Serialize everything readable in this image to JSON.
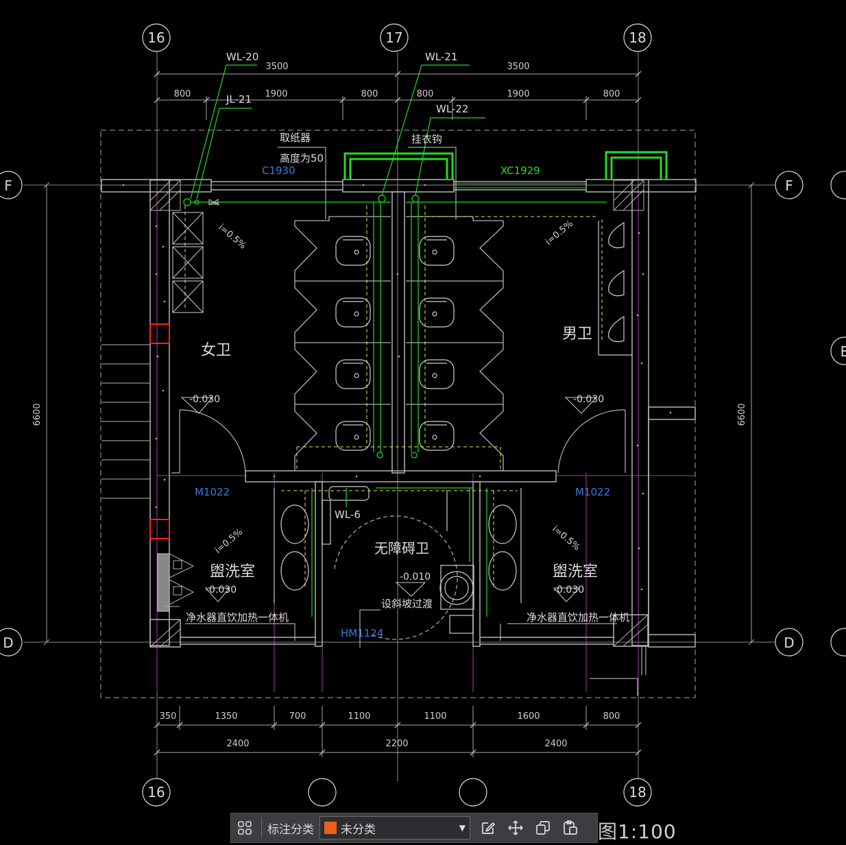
{
  "axes": {
    "top": [
      "16",
      "17",
      "18"
    ],
    "bottom": [
      "16",
      "",
      "",
      "18"
    ],
    "left": [
      "F",
      "D"
    ],
    "right": [
      "F",
      "E",
      "D"
    ]
  },
  "dims": {
    "top_total": [
      "3500",
      "3500"
    ],
    "top_segments": [
      "800",
      "1900",
      "800",
      "800",
      "1900",
      "800"
    ],
    "bottom_segments": [
      "350",
      "1350",
      "700",
      "1100",
      "1100",
      "1600",
      "800"
    ],
    "bottom_total": [
      "2400",
      "2200",
      "2400"
    ],
    "left_height": "6600",
    "right_height": "6600"
  },
  "labels": {
    "wl20": "WL-20",
    "jl21": "JL-21",
    "wl21": "WL-21",
    "wl22": "WL-22",
    "wl6": "WL-6",
    "paper_holder": "取纸器",
    "height": "高度为50",
    "hook": "挂衣钩",
    "c1930": "C1930",
    "xc1929": "XC1929",
    "womens": "女卫",
    "mens": "男卫",
    "slope_left": "i=0.5%",
    "slope_right": "i=0.5%",
    "slope_wash_left": "i=0.5%",
    "slope_wash_right": "i=0.5%",
    "elev_left": "-0.030",
    "elev_right": "-0.030",
    "m1022_left": "M1022",
    "m1022_right": "M1022",
    "wash_left": "盥洗室",
    "wash_right": "盥洗室",
    "wash_elev_left": "-0.030",
    "wash_elev_right": "-0.030",
    "accessible": "无障碍卫",
    "acc_elev": "-0.010",
    "ramp": "设斜坡过渡",
    "water_left": "净水器直饮加热一体机",
    "water_right": "净水器直饮加热一体机",
    "hm1124": "HM1124"
  },
  "toolbar": {
    "category_label": "标注分类",
    "selected": "未分类",
    "swatch_color": "#e8601a"
  },
  "scale": "图1:100",
  "colors": {
    "wall": "#b4b4b4",
    "green": "#22dd22",
    "yellow": "#e8e85a",
    "blue": "#3a7be0",
    "red": "#ff2020",
    "magenta": "#aa3aaa",
    "white": "#dcdcdc"
  }
}
